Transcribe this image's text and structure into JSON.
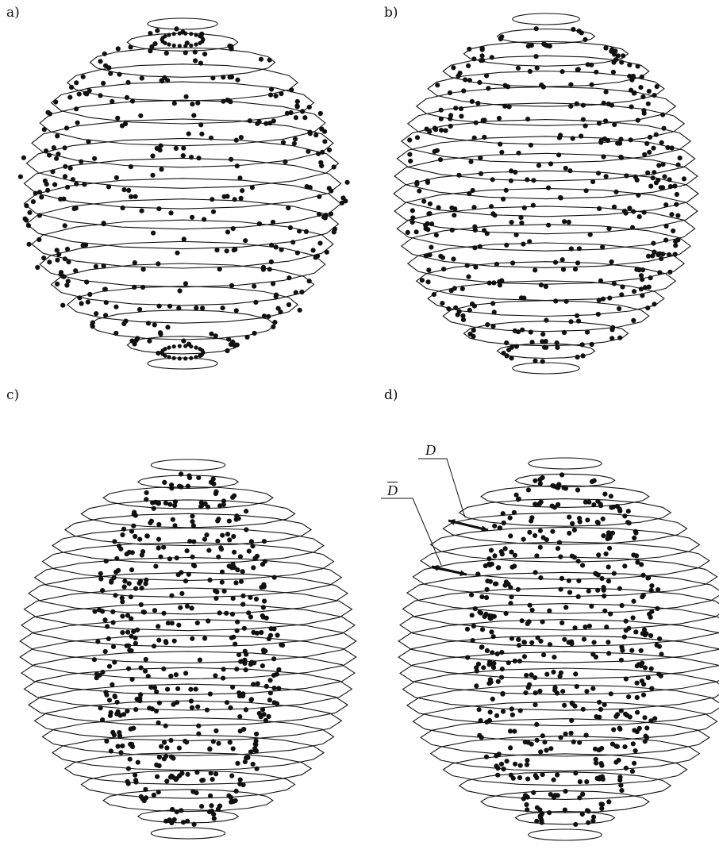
{
  "panels": [
    {
      "id": "a",
      "label": "a)"
    },
    {
      "id": "b",
      "label": "b)"
    },
    {
      "id": "c",
      "label": "c)"
    },
    {
      "id": "d",
      "label": "d)"
    }
  ],
  "annotations": {
    "D": "D",
    "D_bar": "D"
  },
  "colors": {
    "line": "#111111",
    "dot": "#111111",
    "background": "#ffffff"
  }
}
